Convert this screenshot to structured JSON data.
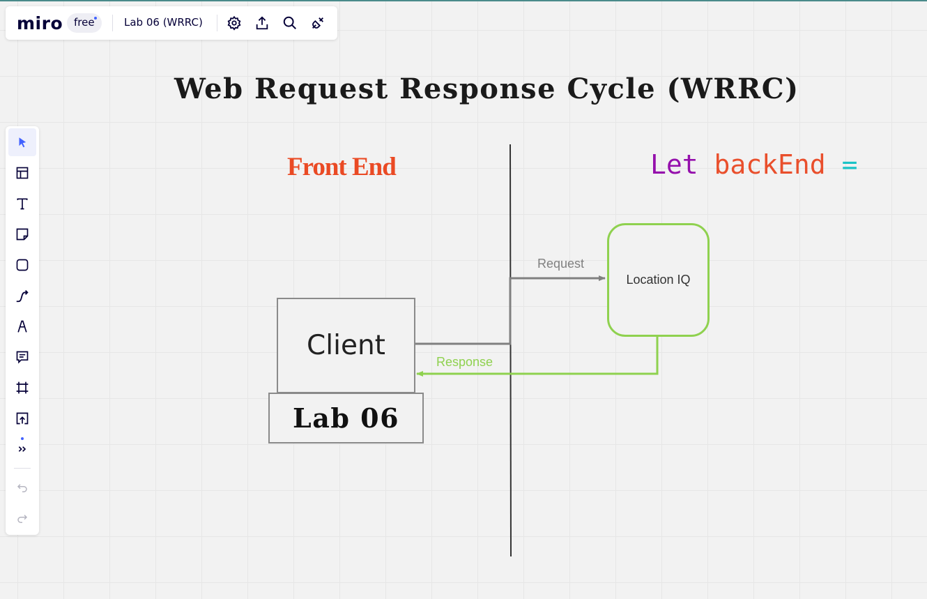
{
  "app": {
    "logo": "miro",
    "plan_badge": "free",
    "board_name": "Lab 06 (WRRC)"
  },
  "topbar_icons": [
    "settings-icon",
    "share-upload-icon",
    "search-icon",
    "plugin-icon"
  ],
  "left_tools": [
    {
      "name": "select-tool",
      "icon": "cursor-arrow-icon",
      "active": true
    },
    {
      "name": "templates-tool",
      "icon": "layout-icon"
    },
    {
      "name": "text-tool",
      "icon": "text-t-icon"
    },
    {
      "name": "sticky-note-tool",
      "icon": "sticky-note-icon"
    },
    {
      "name": "shape-tool",
      "icon": "rounded-square-icon"
    },
    {
      "name": "connection-line-tool",
      "icon": "connector-arrow-icon"
    },
    {
      "name": "pen-tool",
      "icon": "pen-icon"
    },
    {
      "name": "comment-tool",
      "icon": "comment-icon"
    },
    {
      "name": "frame-tool",
      "icon": "frame-icon"
    },
    {
      "name": "upload-tool",
      "icon": "upload-icon"
    },
    {
      "name": "more-tools",
      "icon": "double-chevron-right-icon"
    },
    {
      "name": "undo-button",
      "icon": "undo-icon"
    },
    {
      "name": "redo-button",
      "icon": "redo-icon"
    }
  ],
  "canvas": {
    "title": "Web Request Response Cycle (WRRC)",
    "front_end_label": "Front End",
    "code": {
      "keyword": "Let",
      "variable": "backEnd",
      "operator": "="
    },
    "client_label": "Client",
    "lab_label": "Lab 06",
    "location_label": "Location IQ",
    "request_label": "Request",
    "response_label": "Response"
  },
  "colors": {
    "front_end": "#ea4a24",
    "keyword": "#9510ac",
    "variable": "#e94f2c",
    "operator": "#1bc3c6",
    "response_line": "#8fd14f",
    "request_line": "#808080",
    "accent": "#4262ff"
  }
}
